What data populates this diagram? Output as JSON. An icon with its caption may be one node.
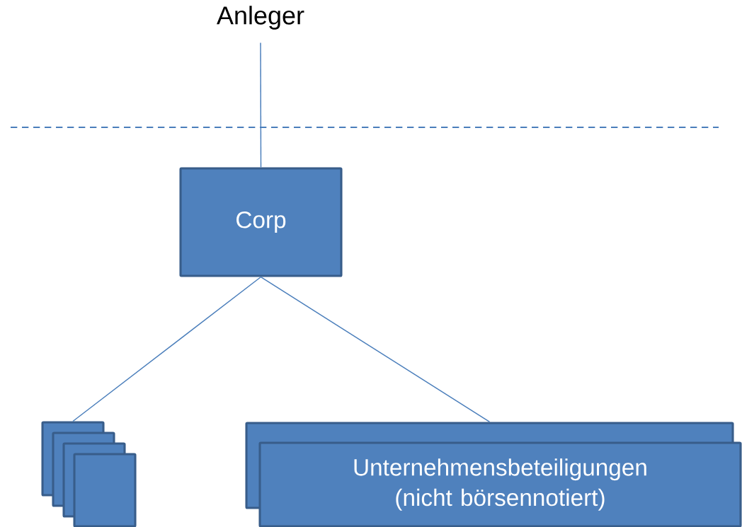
{
  "diagram": {
    "nodes": [
      {
        "text": [
          "Anleger"
        ]
      },
      {
        "text": [
          "Corp"
        ]
      },
      {
        "text": [],
        "shape": "box"
      },
      {
        "text": [],
        "shape": "box"
      },
      {
        "text": [],
        "shape": "box"
      },
      {
        "text": [],
        "shape": "box"
      },
      {
        "text": [],
        "shape": "box"
      },
      {
        "text": [
          "Unternehmensbeteiligungen (nicht börsennotiert)"
        ]
      }
    ],
    "edges": [
      {
        "from": 0,
        "to": 1,
        "arrow": "none"
      },
      {
        "from": 1,
        "to": 2,
        "arrow": "none"
      },
      {
        "from": 1,
        "to": 6,
        "arrow": "none"
      }
    ]
  }
}
